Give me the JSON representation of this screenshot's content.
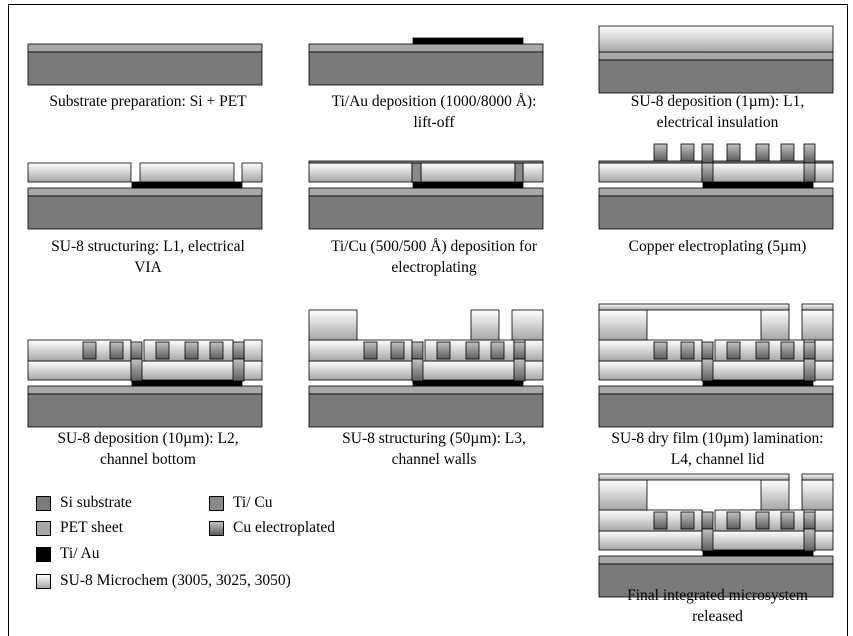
{
  "steps": [
    {
      "line1": "Substrate preparation: Si + PET",
      "line2": ""
    },
    {
      "line1": "Ti/Au deposition (1000/8000 Å):",
      "line2": "lift-off"
    },
    {
      "line1": "SU-8 deposition (1µm): L1,",
      "line2": "electrical insulation"
    },
    {
      "line1": "SU-8 structuring: L1, electrical",
      "line2": "VIA"
    },
    {
      "line1": "Ti/Cu (500/500 Å) deposition for",
      "line2": "electroplating"
    },
    {
      "line1": "Copper electroplating (5µm)",
      "line2": ""
    },
    {
      "line1": "SU-8 deposition (10µm): L2,",
      "line2": "channel bottom"
    },
    {
      "line1": "SU-8 structuring (50µm): L3,",
      "line2": "channel walls"
    },
    {
      "line1": "SU-8 dry film (10µm) lamination:",
      "line2": "L4, channel lid"
    },
    {
      "line1": "Final integrated microsystem",
      "line2": "released"
    }
  ],
  "legend": [
    {
      "label": "Si substrate",
      "swatch": "si-substrate-swatch"
    },
    {
      "label": "PET sheet",
      "swatch": "pet-sheet-swatch"
    },
    {
      "label": "Ti/ Au",
      "swatch": "ti-au-swatch"
    },
    {
      "label": "SU-8 Microchem (3005, 3025, 3050)",
      "swatch": "su8-swatch"
    },
    {
      "label": "Ti/ Cu",
      "swatch": "ti-cu-swatch"
    },
    {
      "label": "Cu electroplated",
      "swatch": "cu-electroplated-swatch"
    }
  ],
  "colors": {
    "si": "#7a7a7a",
    "pet": "#a8a8a8",
    "tiau": "#000000",
    "su8_top": "#ffffff",
    "su8_bottom": "#a6a6a6",
    "ticu": "#8a8a8a",
    "cu_top": "#c2c2c2",
    "cu_bottom": "#5e5e5e"
  }
}
